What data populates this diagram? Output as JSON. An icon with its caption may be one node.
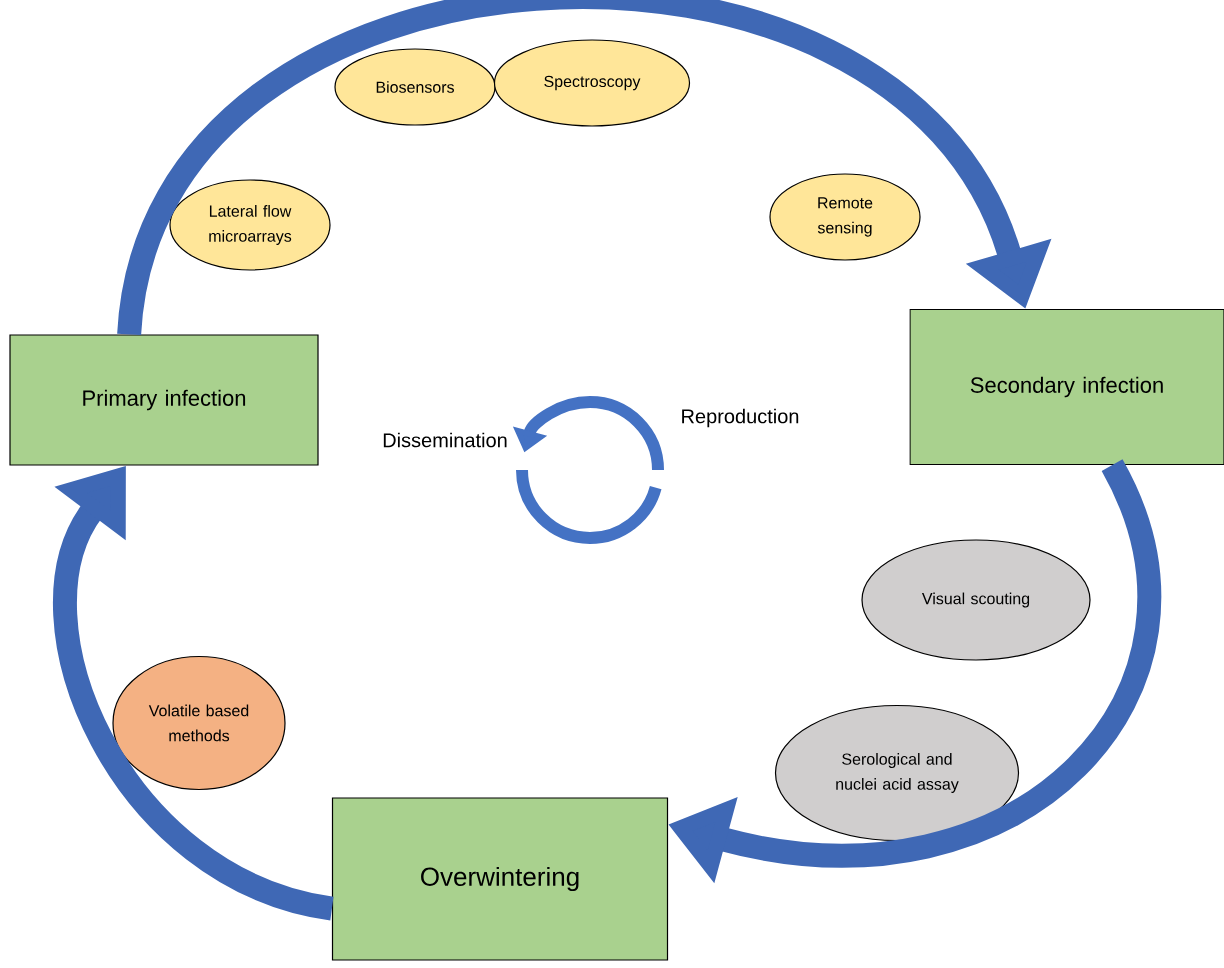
{
  "diagram": {
    "nodes": [
      {
        "text": [
          "Primary infection"
        ]
      },
      {
        "text": [
          "Secondary infection"
        ]
      },
      {
        "text": [
          "Overwintering"
        ]
      },
      {
        "text": [
          "Biosensors"
        ]
      },
      {
        "text": [
          "Spectroscopy"
        ]
      },
      {
        "text": [
          "Lateral flow microarrays"
        ]
      },
      {
        "text": [
          "Remote sensing"
        ]
      },
      {
        "text": [
          "Visual scouting"
        ]
      },
      {
        "text": [
          "Serological and nuclei acid assay"
        ]
      },
      {
        "text": [
          "Volatile based methods"
        ]
      }
    ],
    "edges": [
      {
        "from": 0,
        "to": 1,
        "arrow": "to"
      },
      {
        "from": 1,
        "to": 2,
        "arrow": "to"
      },
      {
        "from": 2,
        "to": 0,
        "arrow": "to"
      }
    ],
    "labels": [
      "Reproduction",
      "Dissemination"
    ]
  }
}
